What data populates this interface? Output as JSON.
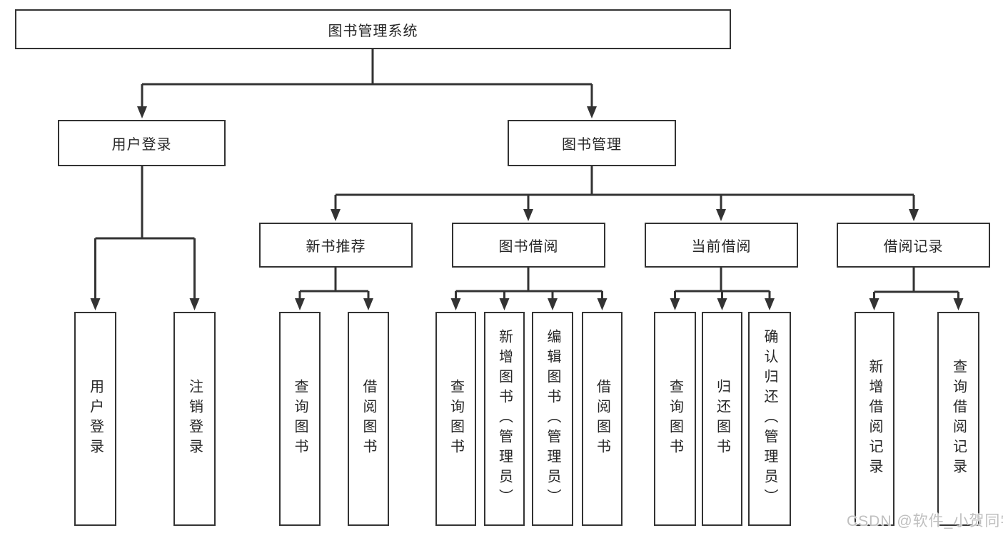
{
  "nodes": {
    "root": "图书管理系统",
    "user_login_group": "用户登录",
    "book_management": "图书管理",
    "new_book_recommend": "新书推荐",
    "book_borrow": "图书借阅",
    "current_borrow": "当前借阅",
    "borrow_records": "借阅记录",
    "user_login": "用户登录",
    "logout": "注销登录",
    "query_book_recommend": "查询图书",
    "borrow_book_recommend": "借阅图书",
    "query_book_borrow": "查询图书",
    "add_book_admin": "新增图书（管理员）",
    "edit_book_admin": "编辑图书（管理员）",
    "borrow_book_borrow": "借阅图书",
    "query_book_current": "查询图书",
    "return_book": "归还图书",
    "confirm_return_admin": "确认归还（管理员）",
    "add_borrow_record": "新增借阅记录",
    "query_borrow_record": "查询借阅记录"
  },
  "watermark": "CSDN @软件_小贺同学",
  "colors": {
    "line": "#333333",
    "box_border": "#333333",
    "text": "#262626",
    "background": "#ffffff",
    "watermark_text": "#bfbfbf"
  }
}
